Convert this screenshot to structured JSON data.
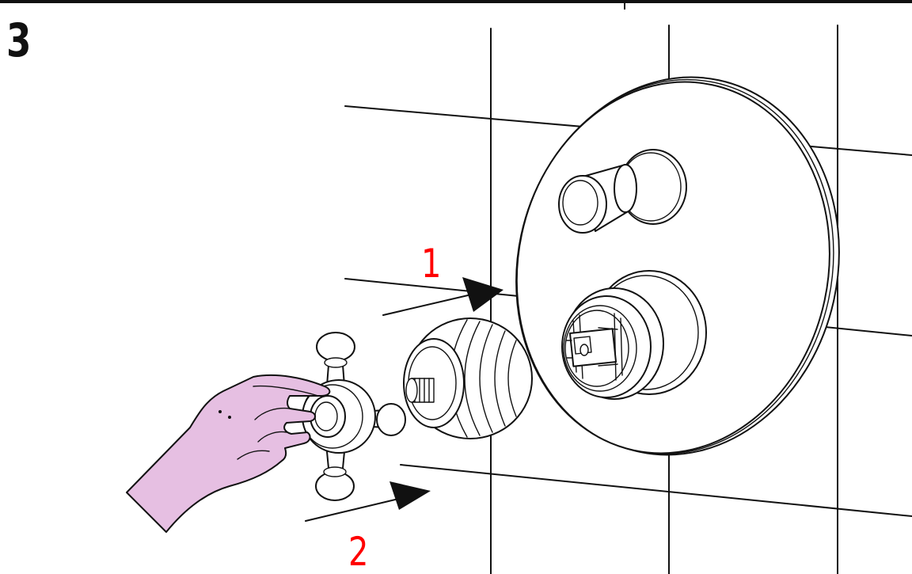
{
  "step": "3",
  "callouts": {
    "first": "1",
    "second": "2"
  },
  "colors": {
    "callout": "#ff0000",
    "hand_fill": "#e6bfe2",
    "line": "#111111"
  }
}
